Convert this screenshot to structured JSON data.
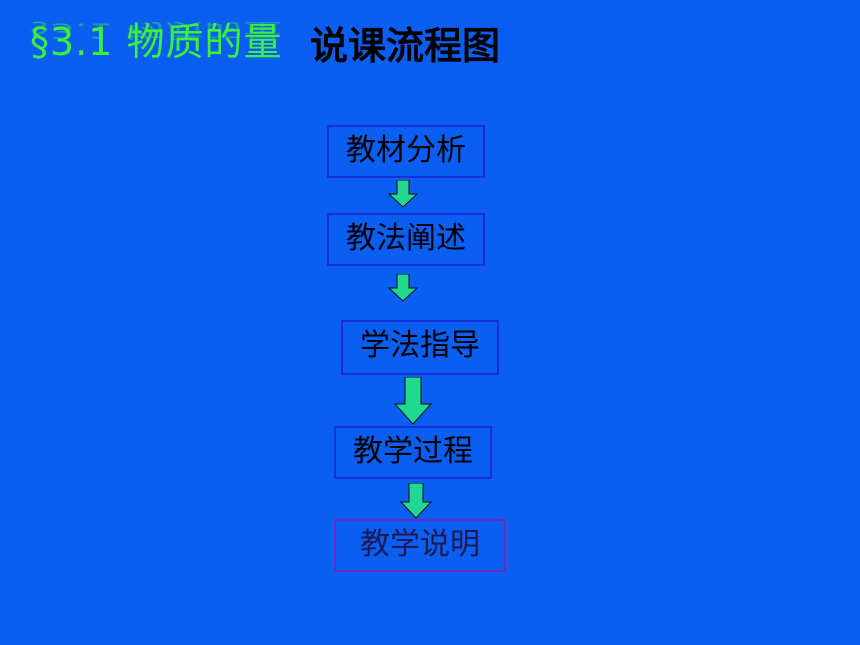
{
  "title": {
    "topic": "§3.1 物质的量",
    "main": "说课流程图"
  },
  "flow": {
    "steps": [
      "教材分析",
      "教法阐述",
      "学法指导",
      "教学过程",
      "教学说明"
    ]
  },
  "colors": {
    "background": "#0b5ef2",
    "topic_text": "#3cf03c",
    "arrow_fill": "#20d890",
    "box_border": "#1a2fd8",
    "last_box_border": "#6a2bbd"
  }
}
